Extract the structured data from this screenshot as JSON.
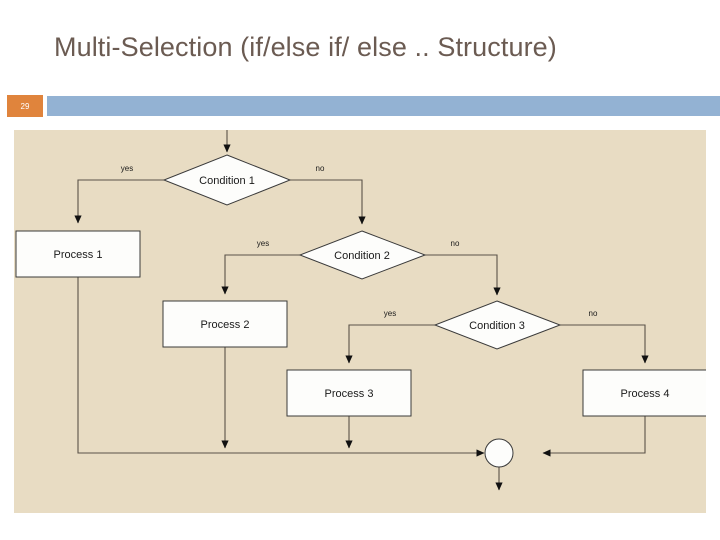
{
  "slide": {
    "title": "Multi-Selection (if/else if/ else .. Structure)",
    "number": "29",
    "accent_orange": "#e0843c",
    "accent_blue": "#93b2d3",
    "title_color": "#6b5b52",
    "canvas_background": "#e8dcc3"
  },
  "flowchart": {
    "type": "flowchart",
    "nodes": [
      {
        "id": "cond1",
        "shape": "diamond",
        "label": "Condition 1"
      },
      {
        "id": "proc1",
        "shape": "rectangle",
        "label": "Process 1"
      },
      {
        "id": "cond2",
        "shape": "diamond",
        "label": "Condition 2"
      },
      {
        "id": "proc2",
        "shape": "rectangle",
        "label": "Process 2"
      },
      {
        "id": "cond3",
        "shape": "diamond",
        "label": "Condition 3"
      },
      {
        "id": "proc3",
        "shape": "rectangle",
        "label": "Process 3"
      },
      {
        "id": "proc4",
        "shape": "rectangle",
        "label": "Process 4"
      },
      {
        "id": "merge",
        "shape": "circle",
        "label": ""
      }
    ],
    "edge_labels": {
      "cond1_yes": "yes",
      "cond1_no": "no",
      "cond2_yes": "yes",
      "cond2_no": "no",
      "cond3_yes": "yes",
      "cond3_no": "no"
    },
    "edges": [
      {
        "from": "start",
        "to": "cond1",
        "label": ""
      },
      {
        "from": "cond1",
        "to": "proc1",
        "label": "yes"
      },
      {
        "from": "cond1",
        "to": "cond2",
        "label": "no"
      },
      {
        "from": "cond2",
        "to": "proc2",
        "label": "yes"
      },
      {
        "from": "cond2",
        "to": "cond3",
        "label": "no"
      },
      {
        "from": "cond3",
        "to": "proc3",
        "label": "yes"
      },
      {
        "from": "cond3",
        "to": "proc4",
        "label": "no"
      },
      {
        "from": "proc1",
        "to": "merge",
        "label": ""
      },
      {
        "from": "proc2",
        "to": "merge",
        "label": ""
      },
      {
        "from": "proc3",
        "to": "merge",
        "label": ""
      },
      {
        "from": "proc4",
        "to": "merge",
        "label": ""
      },
      {
        "from": "merge",
        "to": "end",
        "label": ""
      }
    ]
  }
}
